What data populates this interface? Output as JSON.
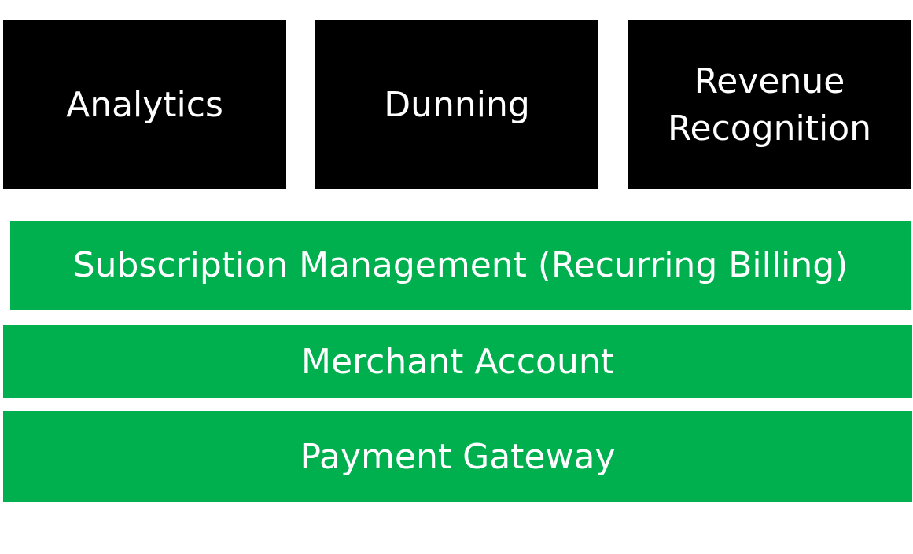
{
  "top_row": {
    "analytics": "Analytics",
    "dunning": "Dunning",
    "revenue_recognition_line1": "Revenue",
    "revenue_recognition_line2": "Recognition"
  },
  "layers": {
    "subscription_management": "Subscription Management (Recurring Billing)",
    "merchant_account": "Merchant Account",
    "payment_gateway": "Payment Gateway"
  },
  "colors": {
    "top_box": "#000000",
    "layer_box": "#00b04f",
    "text": "#ffffff"
  }
}
